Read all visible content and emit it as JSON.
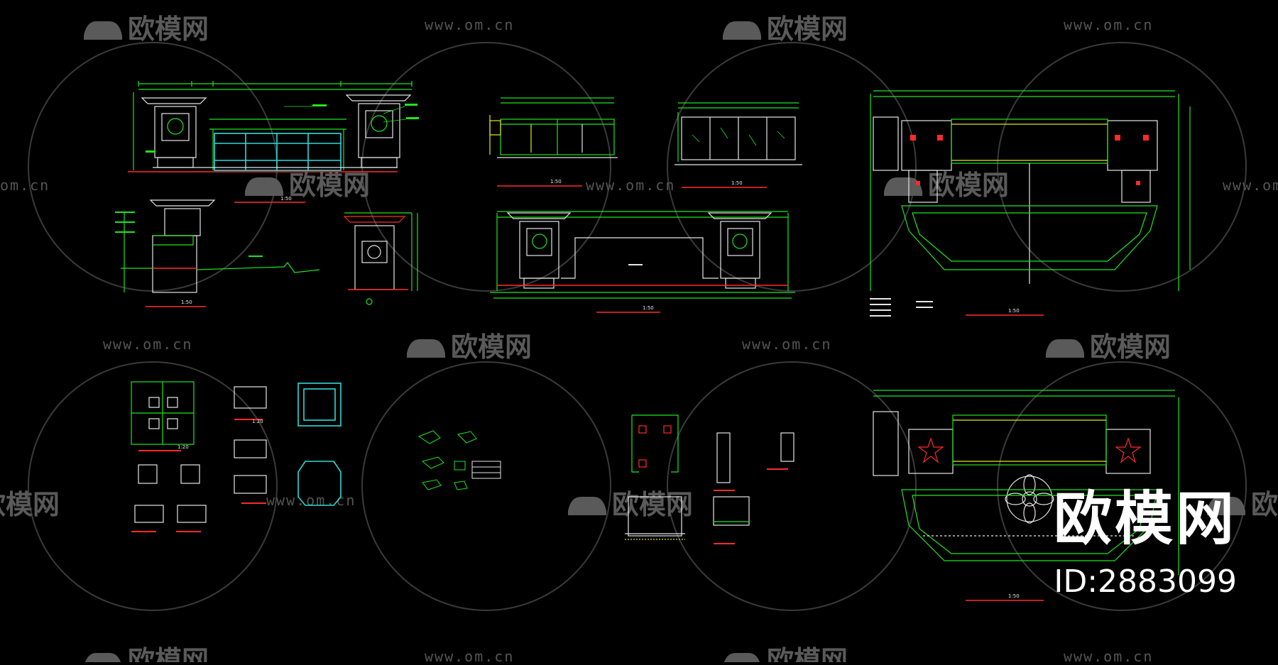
{
  "watermark": {
    "text": "欧模网",
    "url": "www.om.cn",
    "url_short": "om.cn"
  },
  "brand": {
    "name": "欧模网",
    "id_text": "ID:2883099"
  },
  "colors": {
    "background": "#000000",
    "line_green": "#1ee61e",
    "line_cyan": "#2fd9d9",
    "line_red": "#ff2a2a",
    "line_white": "#e6e6e6",
    "line_yellow": "#e6e61e",
    "watermark": "#5a5a5a"
  },
  "drawings": {
    "elev_1": "1:50",
    "section_1": "1:50",
    "elev_2": "1:50",
    "elev_3": "1:50",
    "elev_4": "1:50",
    "plan_1": "1:50",
    "plan_2": "1:50",
    "details_1": "1:20",
    "details_2": "1:20"
  }
}
